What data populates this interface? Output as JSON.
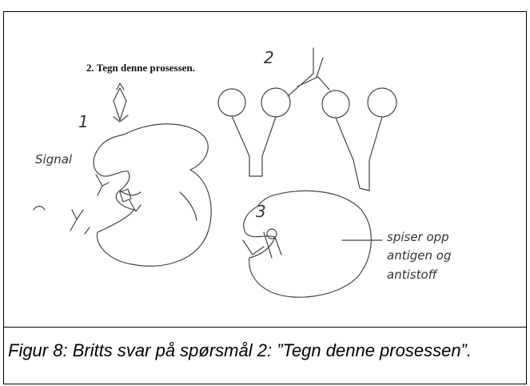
{
  "figure": {
    "printed_heading": "2.  Tegn denne prosessen.",
    "handwriting": {
      "step1_number": "1",
      "step2_number": "2",
      "step3_number": "3",
      "signal_label": "Signal",
      "note_line1": "spiser opp",
      "note_line2": "antigen og",
      "note_line3": "antistoff"
    },
    "icon_names": [
      "virus-sketch-icon",
      "antibody-y-icon",
      "macrophage-blob-icon"
    ]
  },
  "caption": {
    "text": "Figur 8: Britts svar på spørsmål 2: ”Tegn denne prosessen”."
  }
}
